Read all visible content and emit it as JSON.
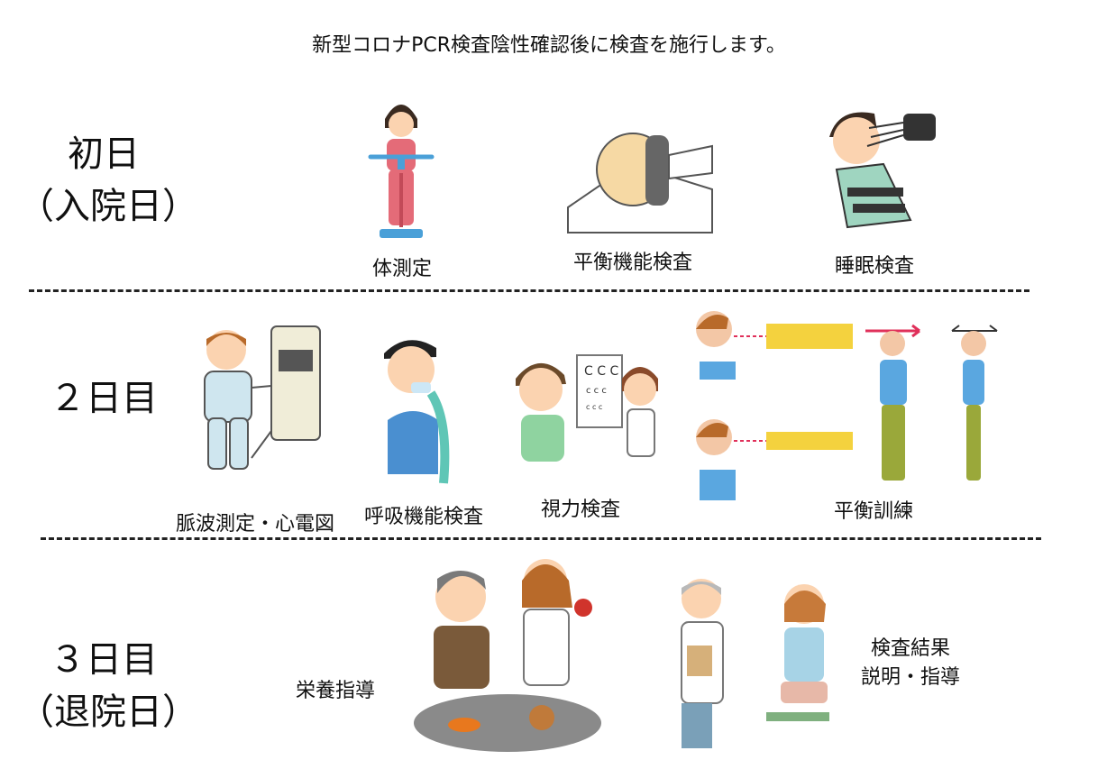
{
  "header": "新型コロナPCR検査陰性確認後に検査を施行します。",
  "days": [
    {
      "line1": "初日",
      "line2": "（入院日）"
    },
    {
      "line1": "２日目",
      "line2": ""
    },
    {
      "line1": "３日目",
      "line2": "（退院日）"
    }
  ],
  "day1_items": [
    "体測定",
    "平衡機能検査",
    "睡眠検査"
  ],
  "day2_items": [
    "脈波測定・心電図",
    "呼吸機能検査",
    "視力検査",
    "平衡訓練"
  ],
  "day3_items": [
    "栄養指導"
  ],
  "day3_result": {
    "line1": "検査結果",
    "line2": "説明・指導"
  },
  "colors": {
    "skin": "#fbd3b0",
    "hair_dark": "#3a2a20",
    "hair_brown": "#b86a2a",
    "pink_shirt": "#e46b78",
    "blue_shirt": "#5aa7e0",
    "yellow_beam": "#f4d23e",
    "arrow_red": "#e0305a"
  }
}
